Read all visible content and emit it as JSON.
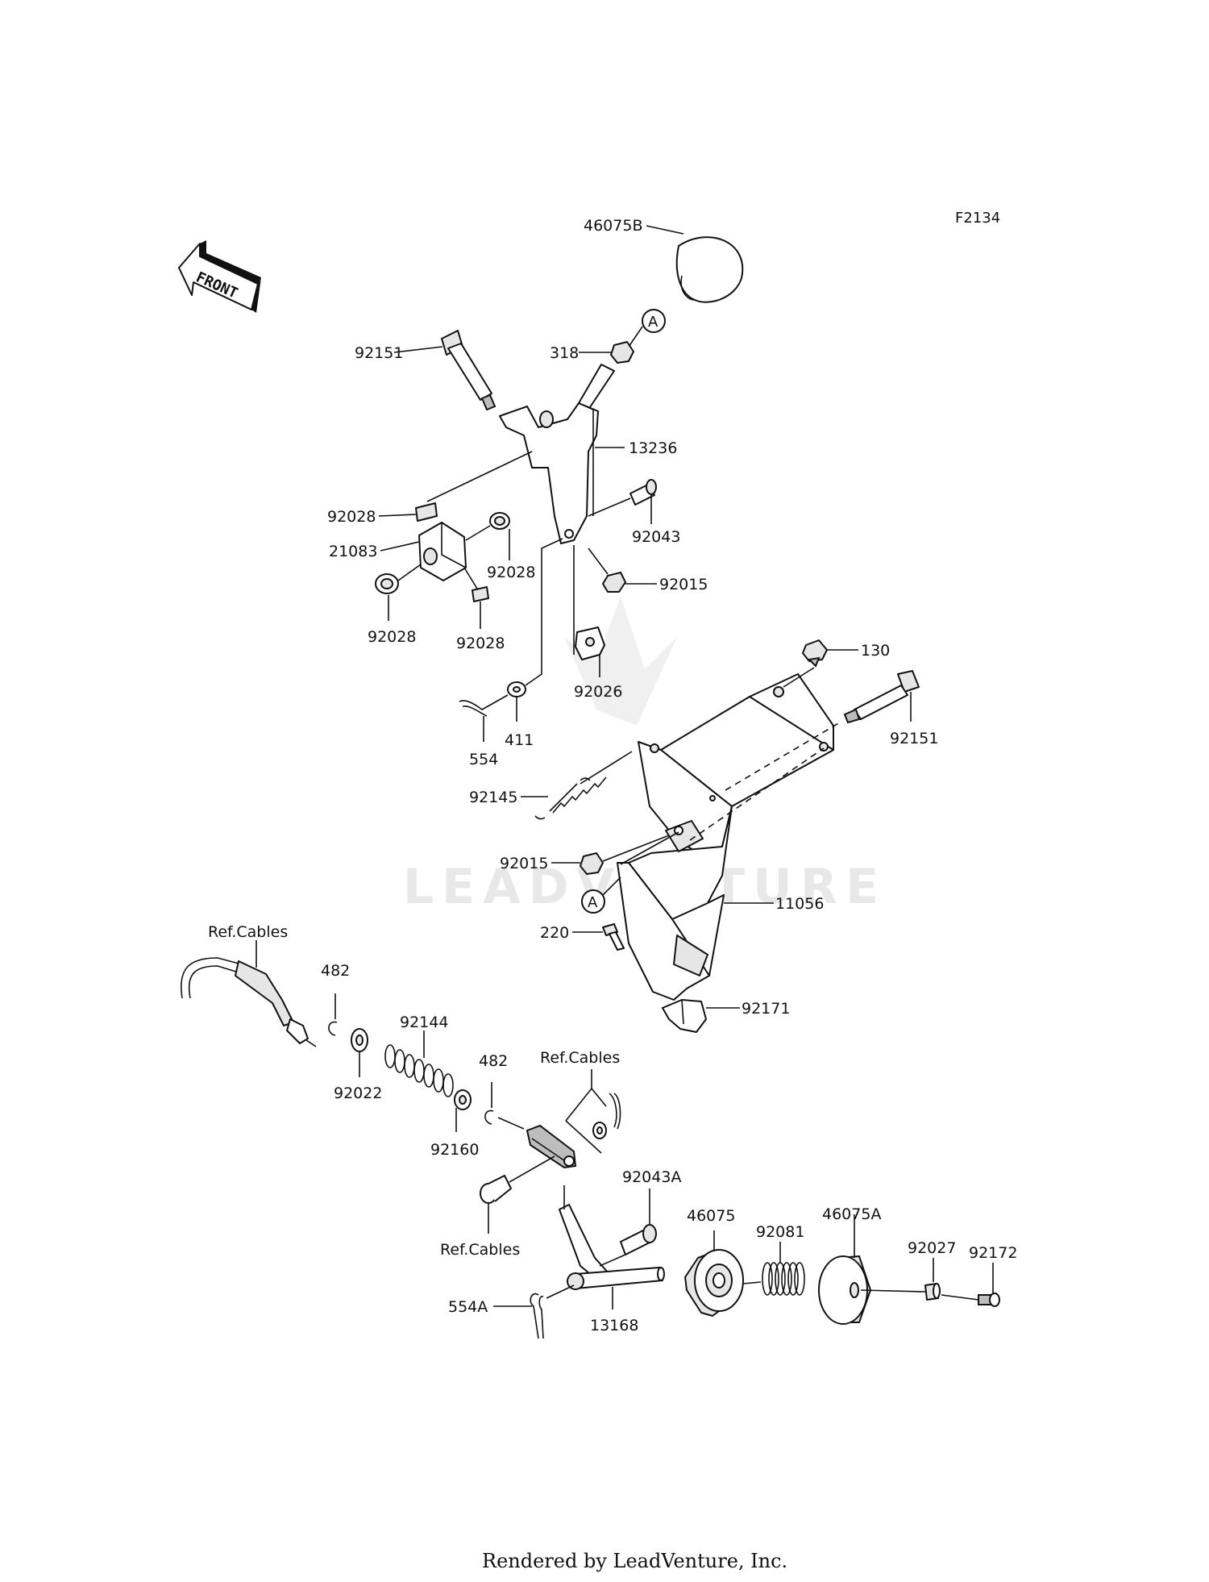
{
  "figure_code": "F2134",
  "front_arrow_label": "FRONT",
  "watermark": "LEADVENTURE",
  "footer": "Rendered by LeadVenture, Inc.",
  "callouts": {
    "a_top": "A",
    "a_bottom": "A"
  },
  "labels": {
    "p46075B": "46075B",
    "p318": "318",
    "p92151_top": "92151",
    "p13236": "13236",
    "p92028_a": "92028",
    "p92043": "92043",
    "p21083": "21083",
    "p92028_b": "92028",
    "p92015_a": "92015",
    "p92028_c": "92028",
    "p92028_d": "92028",
    "p92026": "92026",
    "p130": "130",
    "p92151_right": "92151",
    "p554": "554",
    "p411": "411",
    "p92145": "92145",
    "p92015_b": "92015",
    "p11056": "11056",
    "p220": "220",
    "p92171": "92171",
    "ref_cables_left": "Ref.Cables",
    "p482_a": "482",
    "p92144": "92144",
    "p92022": "92022",
    "p482_b": "482",
    "ref_cables_mid": "Ref.Cables",
    "p92160": "92160",
    "p92043A": "92043A",
    "p46075": "46075",
    "p92081": "92081",
    "p46075A": "46075A",
    "p92027": "92027",
    "p92172": "92172",
    "ref_cables_bottom": "Ref.Cables",
    "p554A": "554A",
    "p13168": "13168"
  }
}
